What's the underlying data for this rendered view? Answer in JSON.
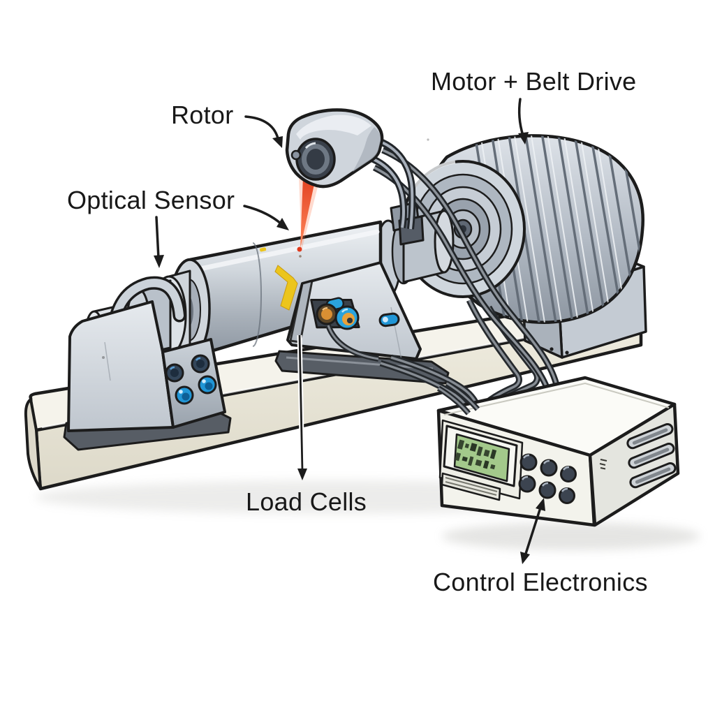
{
  "figure": {
    "background": "#ffffff",
    "labels": {
      "rotor": "Rotor",
      "optical_sensor": "Optical Sensor",
      "motor_belt_drive": "Motor + Belt Drive",
      "load_cells": "Load Cells",
      "control_electronics": "Control Electronics"
    },
    "label_color": "#181818",
    "outline_color": "#1c1c1c",
    "palette": {
      "machine_metal": "#c3cad2",
      "machine_metal_light": "#e9edf1",
      "machine_metal_dark": "#8d96a1",
      "base_plate": "#f2efe4",
      "laser_beam": "#e8492b",
      "rotor_reference_mark": "#eac41e",
      "accent_blue": "#2196d6",
      "load_cell_orange": "#e09b3d",
      "lcd_screen_green": "#a3c98b",
      "cable_dark": "#25292d",
      "control_unit_body": "#f7f7f2"
    }
  }
}
